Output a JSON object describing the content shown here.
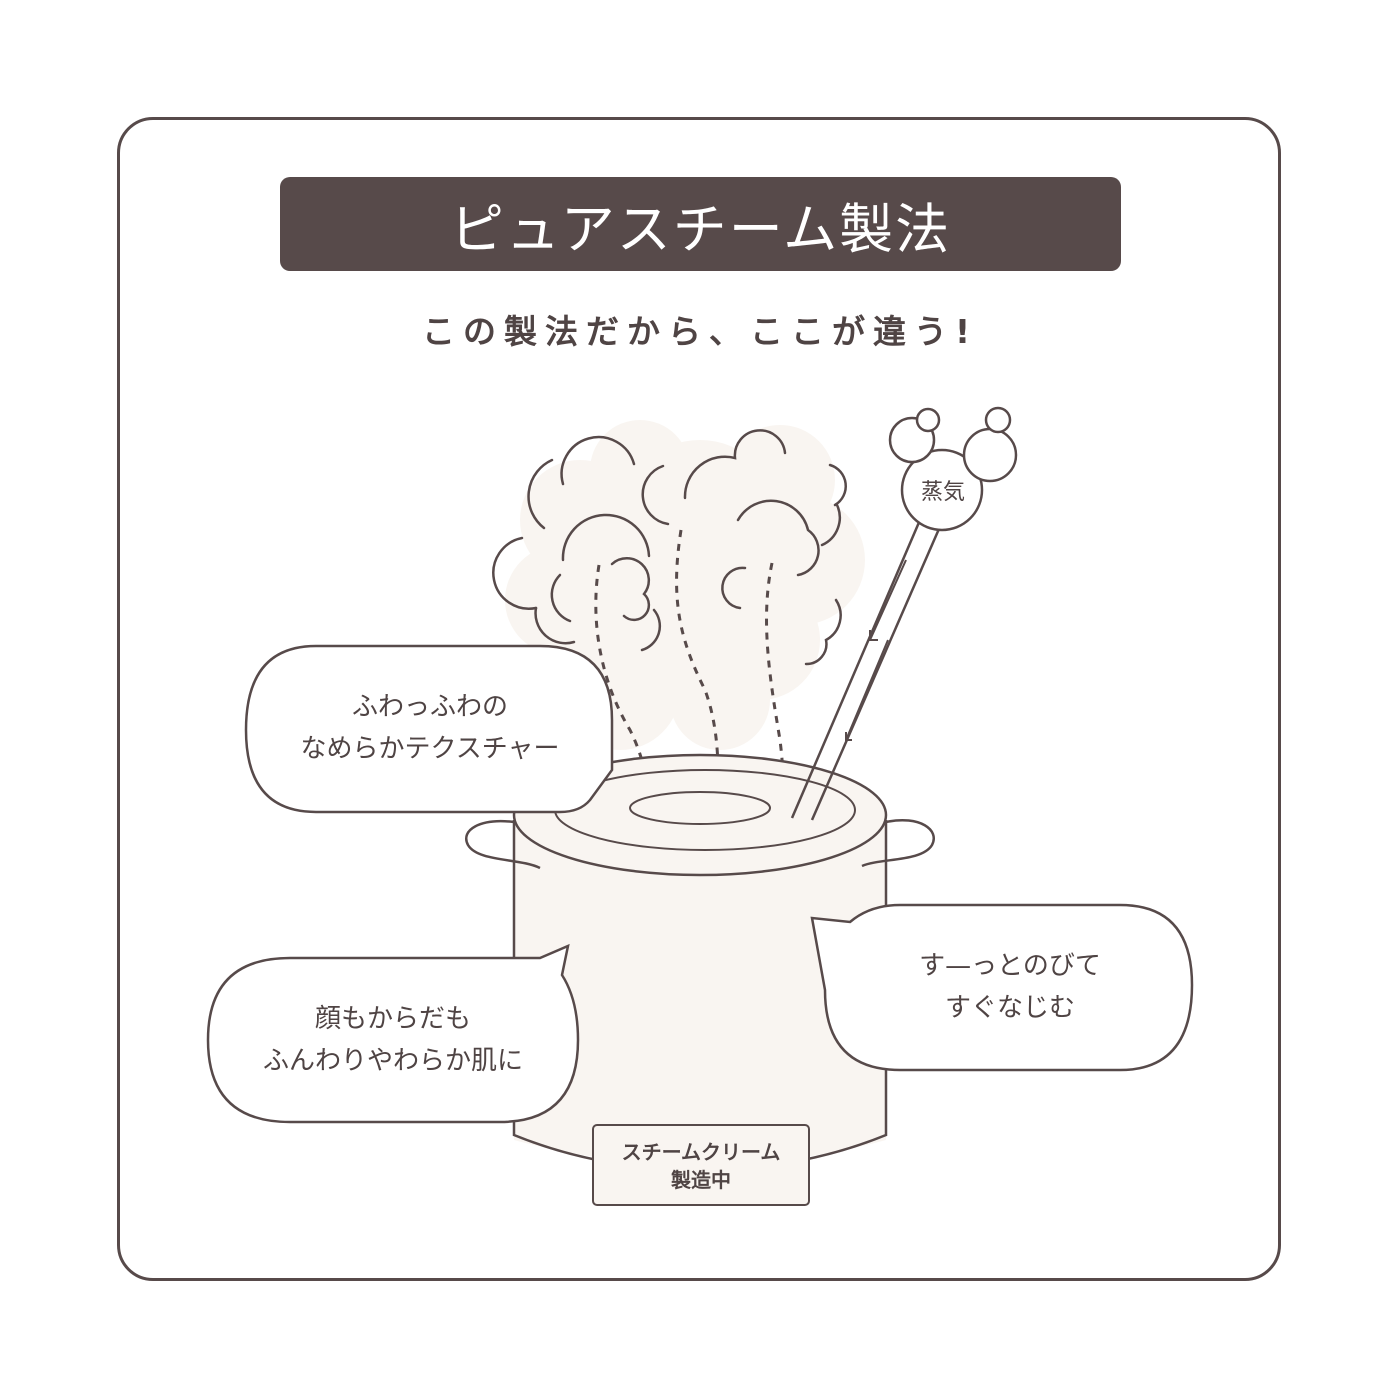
{
  "header": {
    "title": "ピュアスチーム製法",
    "subtitle": "この製法だから、ここが違う!"
  },
  "illustration": {
    "subject": "steaming pot with cream and stirring pipe",
    "steam_label": "蒸気",
    "pot_label_line1": "スチームクリーム",
    "pot_label_line2": "製造中"
  },
  "bubbles": [
    {
      "line1": "ふわっふわの",
      "line2": "なめらかテクスチャー"
    },
    {
      "line1": "顔もからだも",
      "line2": "ふんわりやわらか肌に"
    },
    {
      "line1": "す—っとのびて",
      "line2": "すぐなじむ"
    }
  ],
  "colors": {
    "stroke": "#574a4a",
    "title_bg": "#574a4a",
    "cream_fill": "#f9f5f1",
    "background": "#ffffff"
  }
}
